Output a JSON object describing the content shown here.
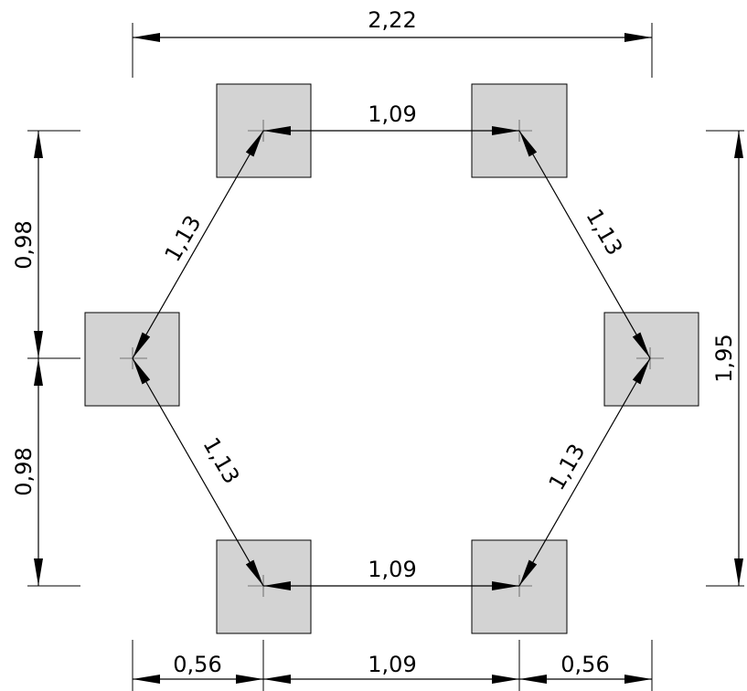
{
  "dimensions": {
    "overall_width": "2,22",
    "overall_height": "1,95",
    "top_center_spacing": "1,09",
    "bottom_center_spacing": "1,09",
    "upper_left_diagonal": "1,13",
    "upper_right_diagonal": "1,13",
    "lower_left_diagonal": "1,13",
    "lower_right_diagonal": "1,13",
    "left_upper_vertical": "0,98",
    "left_lower_vertical": "0,98",
    "bottom_left_offset": "0,56",
    "bottom_middle_spacing": "1,09",
    "bottom_right_offset": "0,56"
  },
  "colors": {
    "pad_fill": "#d3d3d3",
    "line": "#000000"
  }
}
